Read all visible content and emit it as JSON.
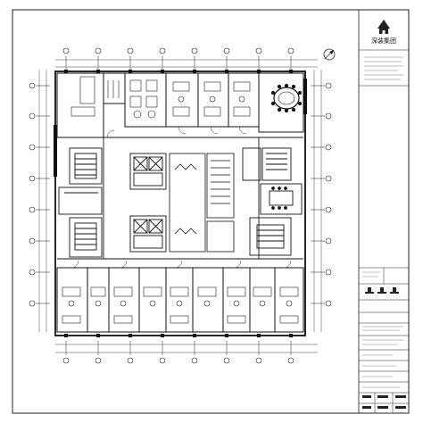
{
  "title_block": {
    "company_name": "深装集团",
    "logo_icon": "house-roof-logo-icon"
  },
  "plan": {
    "north_arrow_icon": "north-arrow-icon",
    "rooms": [
      {
        "id": "conference-round"
      },
      {
        "id": "lounge-ne"
      },
      {
        "id": "elevator-core-north"
      },
      {
        "id": "elevator-core-south"
      },
      {
        "id": "stair-west"
      },
      {
        "id": "stair-east"
      },
      {
        "id": "meeting-room-east"
      },
      {
        "id": "south-office-row"
      }
    ]
  }
}
